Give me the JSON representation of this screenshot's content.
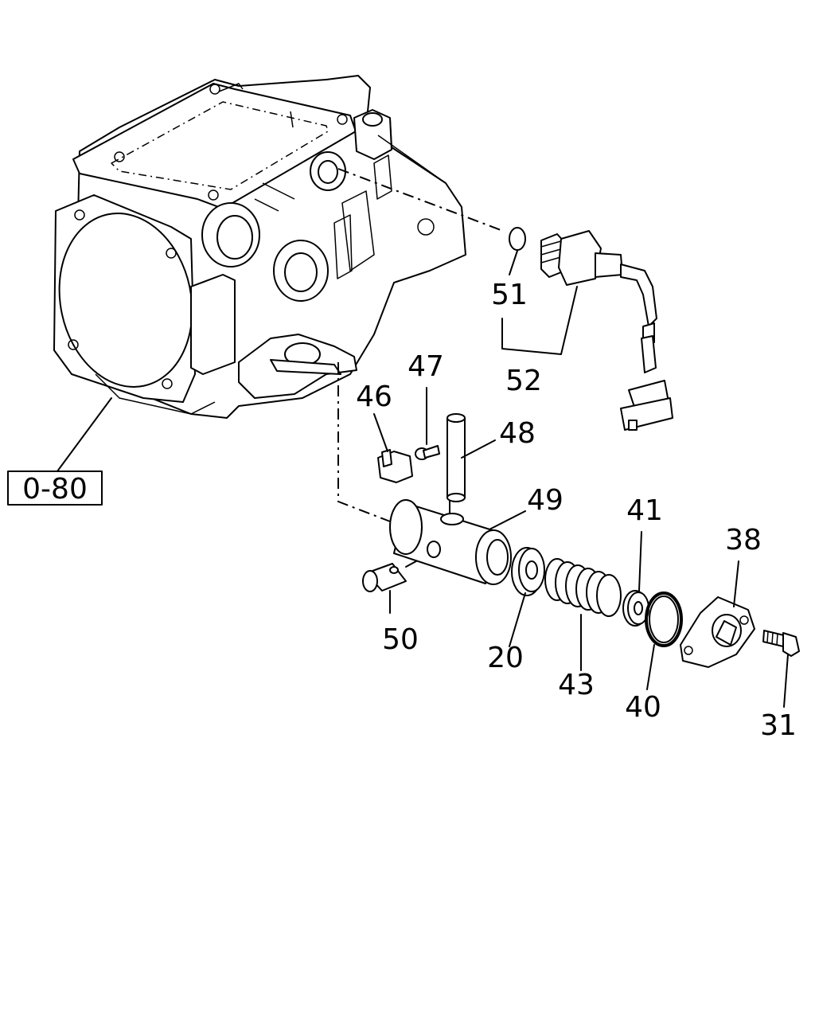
{
  "reference_box": "0-80",
  "callouts": {
    "c51": "51",
    "c52": "52",
    "c47": "47",
    "c46": "46",
    "c48": "48",
    "c49": "49",
    "c41": "41",
    "c38": "38",
    "c50": "50",
    "c20": "20",
    "c43": "43",
    "c40": "40",
    "c31": "31"
  }
}
